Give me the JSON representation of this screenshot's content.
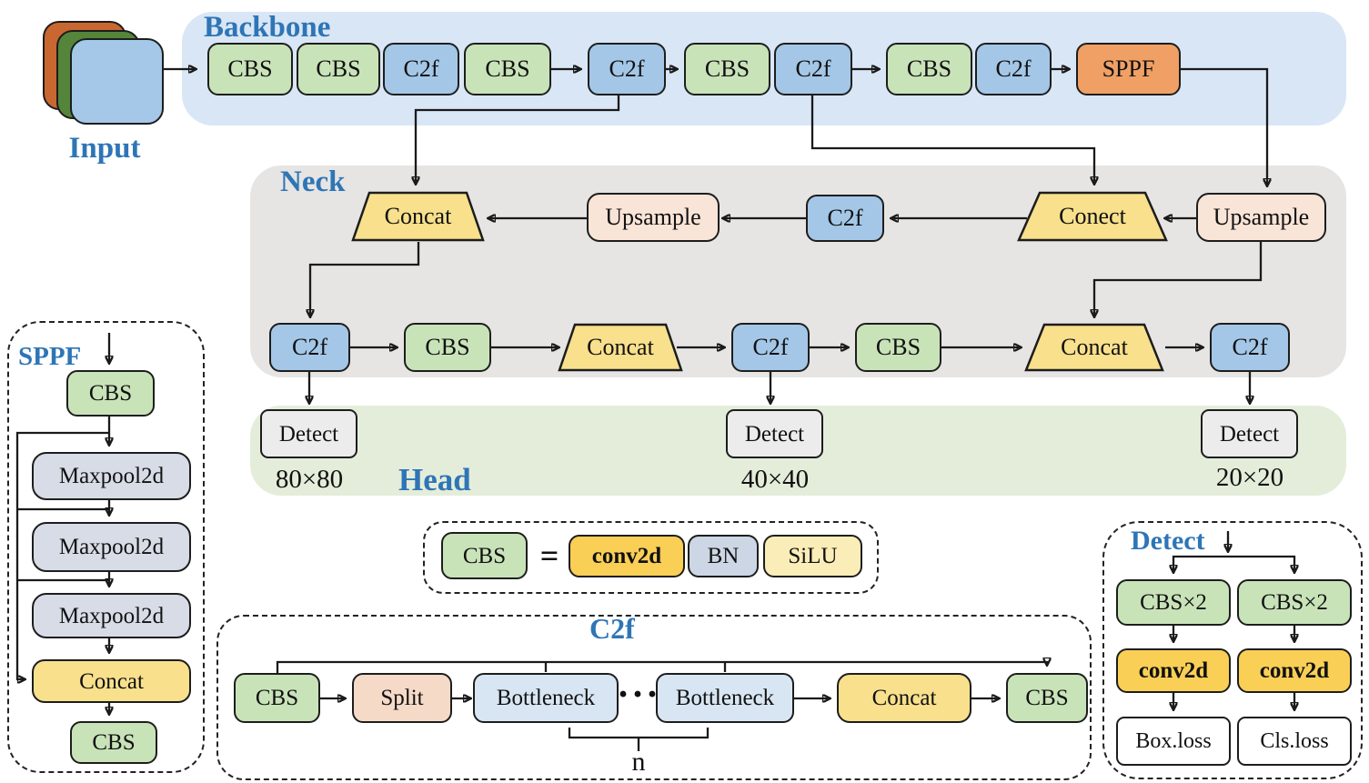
{
  "input": {
    "label": "Input"
  },
  "sections": {
    "backbone": {
      "title": "Backbone",
      "blocks": [
        "CBS",
        "CBS",
        "C2f",
        "CBS",
        "C2f",
        "CBS",
        "C2f",
        "CBS",
        "C2f",
        "SPPF"
      ]
    },
    "neck": {
      "title": "Neck",
      "row1": [
        "Concat",
        "Upsample",
        "C2f",
        "Conect",
        "Upsample"
      ],
      "row2": [
        "C2f",
        "CBS",
        "Concat",
        "C2f",
        "CBS",
        "Concat",
        "C2f"
      ]
    },
    "head": {
      "title": "Head",
      "detects": [
        {
          "label": "Detect",
          "size": "80×80"
        },
        {
          "label": "Detect",
          "size": "40×40"
        },
        {
          "label": "Detect",
          "size": "20×20"
        }
      ]
    }
  },
  "sppf_detail": {
    "title": "SPPF",
    "cbs_top": "CBS",
    "maxpools": [
      "Maxpool2d",
      "Maxpool2d",
      "Maxpool2d"
    ],
    "concat": "Concat",
    "cbs_bottom": "CBS"
  },
  "cbs_legend": {
    "cbs": "CBS",
    "equals": "=",
    "conv2d": "conv2d",
    "bn": "BN",
    "silu": "SiLU"
  },
  "c2f_detail": {
    "title": "C2f",
    "cbs_in": "CBS",
    "split": "Split",
    "bottleneck1": "Bottleneck",
    "dots": "···",
    "bottleneck2": "Bottleneck",
    "concat": "Concat",
    "cbs_out": "CBS",
    "repeat": "n"
  },
  "detect_detail": {
    "title": "Detect",
    "left": {
      "cbs": "CBS×2",
      "conv": "conv2d",
      "loss": "Box.loss"
    },
    "right": {
      "cbs": "CBS×2",
      "conv": "conv2d",
      "loss": "Cls.loss"
    }
  },
  "colors": {
    "cbs": "#c9e3b9",
    "c2f": "#a4c7e7",
    "sppf": "#f0a065",
    "upsample": "#f9e4d8",
    "concat": "#f8e08c",
    "maxpool": "#d7dce6",
    "conv2d": "#f9cf56",
    "bn": "#ccd6e4",
    "silu": "#fbedb7",
    "split": "#f6dac8",
    "bottleneck": "#d8e6f3",
    "detect_box": "#ececec",
    "loss_box": "#ffffff",
    "backbone_bg": "#d9e6f5",
    "neck_bg": "#e6e5e3",
    "head_bg": "#e4edda",
    "label_blue": "#2e75b6",
    "line": "#1a1a1a"
  }
}
